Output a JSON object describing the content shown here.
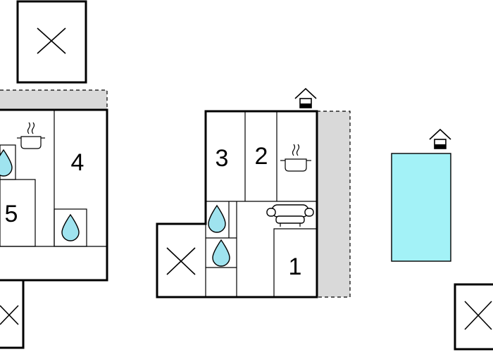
{
  "rooms": {
    "left_bedroom_4": "4",
    "left_bedroom_5": "5",
    "center_bedroom_3": "3",
    "center_bedroom_2": "2",
    "center_bedroom_1": "1"
  },
  "icons": {
    "parking": "x-mark-icon",
    "kitchen": "cooking-pot-icon",
    "bathroom": "water-drop-icon",
    "living": "sofa-icon",
    "entrance": "house-icon"
  },
  "colors": {
    "pool": "#a3f2f7",
    "water_drop": "#9fe3ef",
    "terrace": "#d9d9d9"
  }
}
